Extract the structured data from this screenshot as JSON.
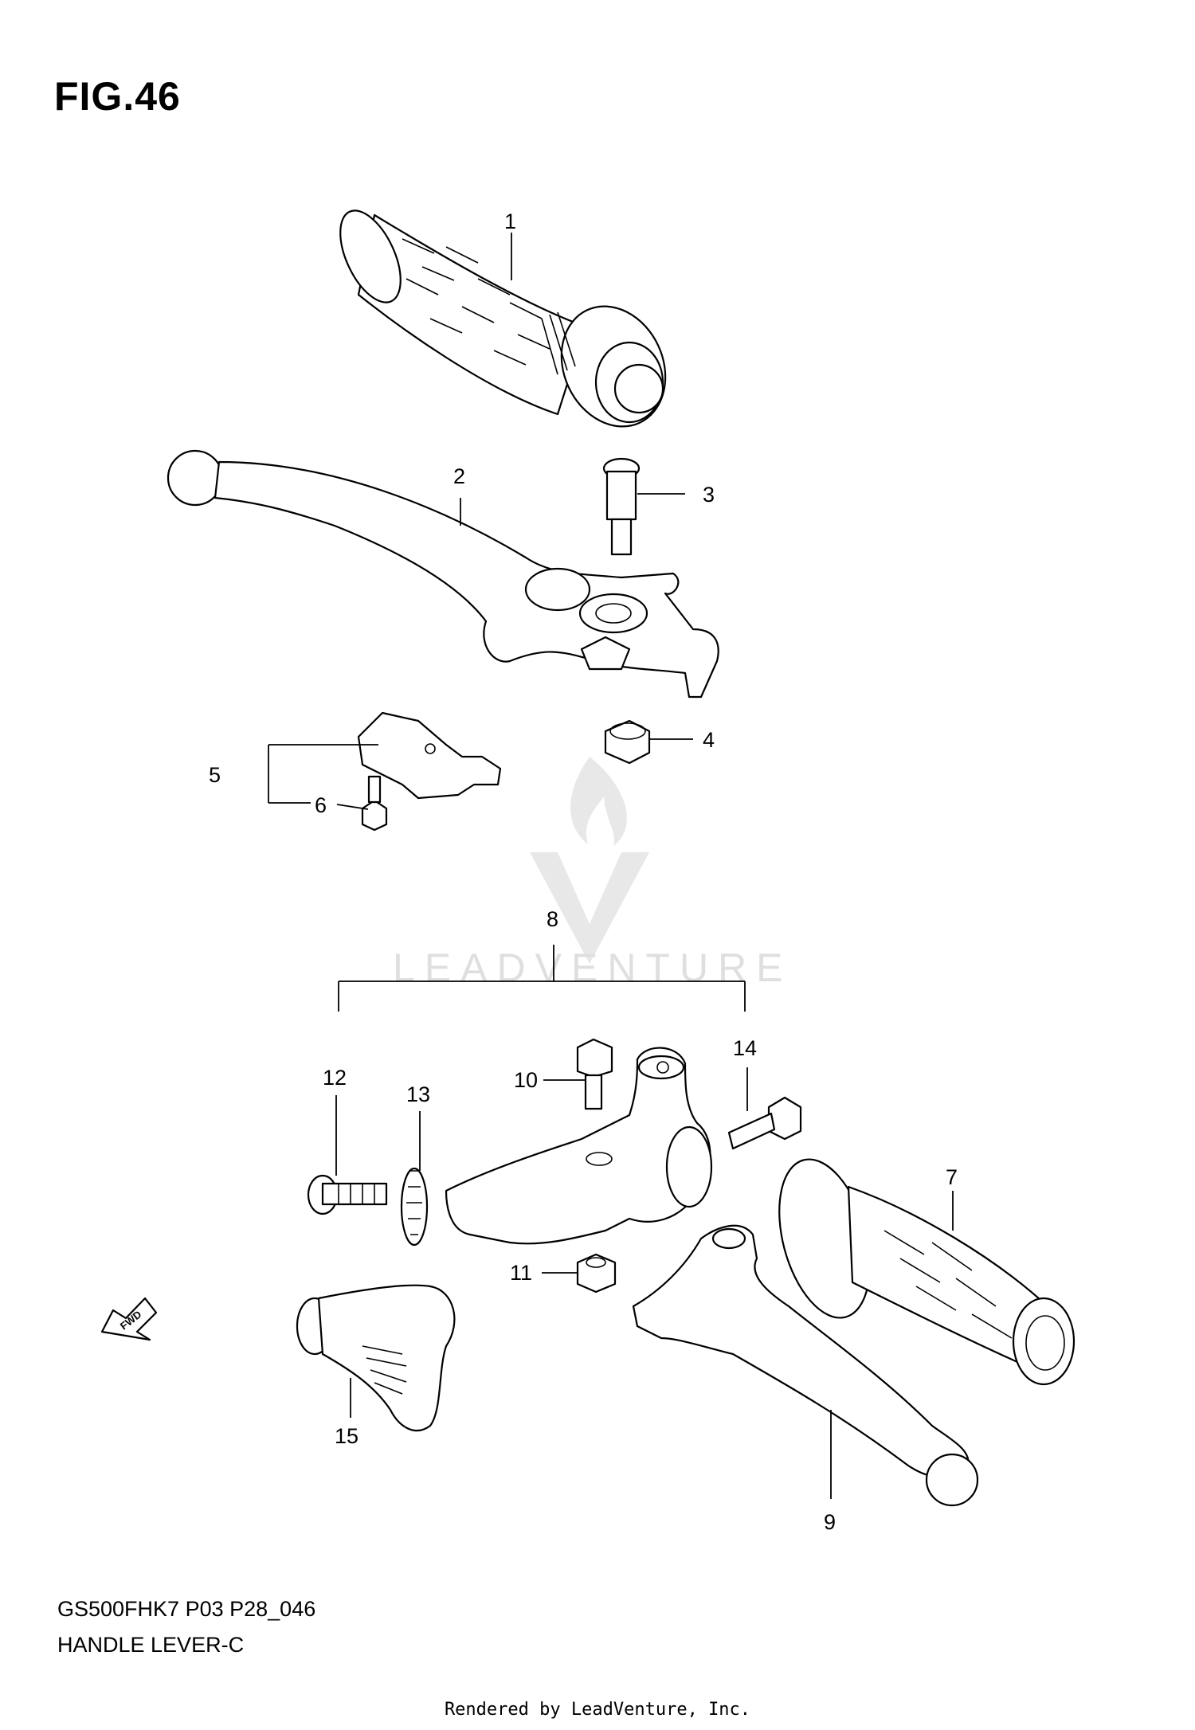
{
  "figure": {
    "title": "FIG.46"
  },
  "footer": {
    "model_code": "GS500FHK7 P03 P28_046",
    "section_name": "HANDLE LEVER-C",
    "rendered_by": "Rendered by LeadVenture, Inc."
  },
  "watermark": {
    "text": "LEADVENTURE"
  },
  "fwd_arrow": {
    "label": "FWD"
  },
  "callouts": [
    {
      "label": "1",
      "part": "throttle-grip"
    },
    {
      "label": "2",
      "part": "front-brake-lever"
    },
    {
      "label": "3",
      "part": "lever-pivot-bolt"
    },
    {
      "label": "4",
      "part": "pivot-nut"
    },
    {
      "label": "5",
      "part": "brake-light-switch"
    },
    {
      "label": "6",
      "part": "switch-screw"
    },
    {
      "label": "7",
      "part": "left-handlebar-grip"
    },
    {
      "label": "8",
      "part": "clutch-lever-assembly"
    },
    {
      "label": "9",
      "part": "clutch-lever"
    },
    {
      "label": "10",
      "part": "clutch-lever-pivot-bolt"
    },
    {
      "label": "11",
      "part": "clutch-pivot-nut"
    },
    {
      "label": "12",
      "part": "cable-adjuster-bolt"
    },
    {
      "label": "13",
      "part": "adjuster-locknut"
    },
    {
      "label": "14",
      "part": "holder-clamp-bolt"
    },
    {
      "label": "15",
      "part": "lever-boot"
    }
  ]
}
